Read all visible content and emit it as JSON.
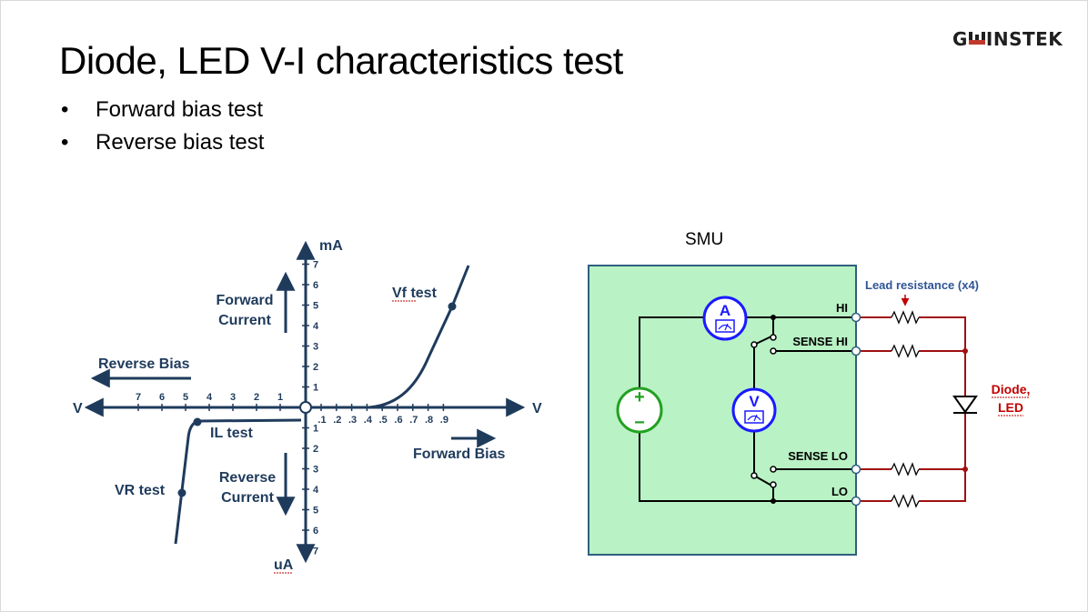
{
  "slide": {
    "title": "Diode, LED V-I characteristics test",
    "bullets": [
      "Forward bias test",
      "Reverse bias test"
    ],
    "logo_text_left": "G",
    "logo_text_right": "INSTEK"
  },
  "vi_chart": {
    "y_top_label": "mA",
    "y_bottom_label": "uA",
    "x_right_label": "V",
    "x_left_label": "V",
    "y_ticks_up": [
      "1",
      "2",
      "3",
      "4",
      "5",
      "6",
      "7"
    ],
    "y_ticks_down": [
      "1",
      "2",
      "3",
      "4",
      "5",
      "6",
      "7"
    ],
    "x_ticks_right": [
      ".1",
      ".2",
      ".3",
      ".4",
      ".5",
      ".6",
      ".7",
      ".8",
      ".9"
    ],
    "x_ticks_left": [
      "1",
      "2",
      "3",
      "4",
      "5",
      "6",
      "7"
    ],
    "annotations": {
      "forward_current": [
        "Forward",
        "Current"
      ],
      "reverse_current": [
        "Reverse",
        "Current"
      ],
      "reverse_bias": "Reverse Bias",
      "forward_bias": "Forward Bias",
      "vf_test": "Vf test",
      "il_test": "IL test",
      "vr_test": "VR test"
    }
  },
  "circuit": {
    "title": "SMU",
    "ammeter": "A",
    "voltmeter": "V",
    "source_plus": "+",
    "source_minus": "−",
    "terminals": [
      "HI",
      "SENSE HI",
      "SENSE LO",
      "LO"
    ],
    "lead_resistance": "Lead resistance (x4)",
    "dut_label": [
      "Diode,",
      "LED"
    ]
  },
  "colors": {
    "chart_ink": "#1f3b5c",
    "smu_fill": "#b9f2c4",
    "smu_border": "#2f5f80",
    "meter_blue": "#1a1aff",
    "source_green": "#22a022",
    "lead_wire": "#a01010",
    "lead_label": "#2f5597",
    "dut_label": "#c00000"
  }
}
